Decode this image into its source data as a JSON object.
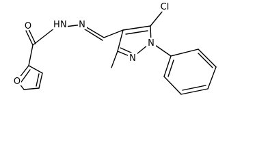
{
  "molecule": {
    "atoms": {
      "furan_o": "O",
      "carbonyl_o": "O",
      "nh_n": "N",
      "nh_h": "H",
      "imine_n": "N",
      "chlorine": "Cl",
      "pyrazole_n1": "N",
      "pyrazole_n2": "N"
    }
  }
}
